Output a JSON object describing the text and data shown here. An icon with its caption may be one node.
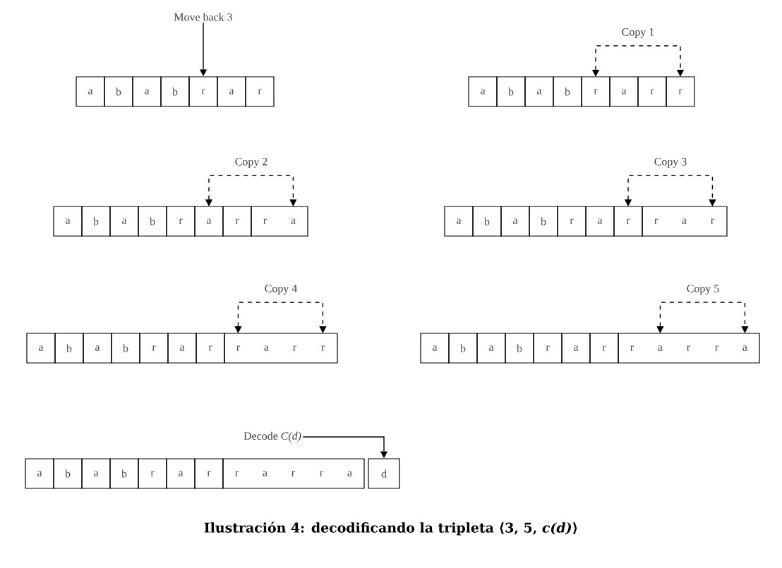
{
  "diagram": {
    "caption": "Ilustración 4: decodificando la tripleta ⟨3, 5, *c(d)*⟩",
    "nodes": [
      {
        "text": [
          "Move back 3"
        ]
      },
      {
        "text": [
          "a"
        ]
      },
      {
        "text": [
          "b"
        ]
      },
      {
        "text": [
          "a"
        ]
      },
      {
        "text": [
          "b"
        ]
      },
      {
        "text": [
          "r"
        ]
      },
      {
        "text": [
          "a"
        ]
      },
      {
        "text": [
          "r"
        ]
      },
      {
        "text": [
          "a"
        ]
      },
      {
        "text": [
          "b"
        ]
      },
      {
        "text": [
          "a"
        ]
      },
      {
        "text": [
          "b"
        ]
      },
      {
        "text": [
          "r"
        ]
      },
      {
        "text": [
          "a"
        ]
      },
      {
        "text": [
          "r"
        ]
      },
      {
        "text": [
          "r"
        ]
      },
      {
        "text": [
          "a"
        ]
      },
      {
        "text": [
          "b"
        ]
      },
      {
        "text": [
          "a"
        ]
      },
      {
        "text": [
          "b"
        ]
      },
      {
        "text": [
          "r"
        ]
      },
      {
        "text": [
          "a"
        ]
      },
      {
        "text": [
          "r"
        ]
      },
      {
        "text": [],
        "shape": "box"
      },
      {
        "text": [
          "r"
        ],
        "in": 23
      },
      {
        "text": [
          "a"
        ],
        "in": 23
      },
      {
        "text": [
          "a"
        ]
      },
      {
        "text": [
          "b"
        ]
      },
      {
        "text": [
          "a"
        ]
      },
      {
        "text": [
          "b"
        ]
      },
      {
        "text": [
          "r"
        ]
      },
      {
        "text": [
          "a"
        ]
      },
      {
        "text": [
          "r"
        ]
      },
      {
        "text": [],
        "shape": "box"
      },
      {
        "text": [
          "r"
        ],
        "in": 33
      },
      {
        "text": [
          "a"
        ],
        "in": 33
      },
      {
        "text": [
          "r"
        ],
        "in": 33
      },
      {
        "text": [
          "a"
        ]
      },
      {
        "text": [
          "b"
        ]
      },
      {
        "text": [
          "a"
        ]
      },
      {
        "text": [
          "b"
        ]
      },
      {
        "text": [
          "r"
        ]
      },
      {
        "text": [
          "a"
        ]
      },
      {
        "text": [
          "r"
        ]
      },
      {
        "text": [],
        "shape": "box"
      },
      {
        "text": [
          "r"
        ],
        "in": 44
      },
      {
        "text": [
          "a"
        ],
        "in": 44
      },
      {
        "text": [
          "r"
        ],
        "in": 44
      },
      {
        "text": [
          "r"
        ],
        "in": 44
      },
      {
        "text": [
          "a"
        ]
      },
      {
        "text": [
          "b"
        ]
      },
      {
        "text": [
          "a"
        ]
      },
      {
        "text": [
          "b"
        ]
      },
      {
        "text": [
          "r"
        ]
      },
      {
        "text": [
          "a"
        ]
      },
      {
        "text": [
          "r"
        ]
      },
      {
        "text": [],
        "shape": "box"
      },
      {
        "text": [
          "r"
        ],
        "in": 56
      },
      {
        "text": [
          "a"
        ],
        "in": 56
      },
      {
        "text": [
          "r"
        ],
        "in": 56
      },
      {
        "text": [
          "r"
        ],
        "in": 56
      },
      {
        "text": [
          "a"
        ],
        "in": 56
      },
      {
        "text": [
          "Decode *C(d)*"
        ]
      },
      {
        "text": [
          "a"
        ]
      },
      {
        "text": [
          "b"
        ]
      },
      {
        "text": [
          "a"
        ]
      },
      {
        "text": [
          "b"
        ]
      },
      {
        "text": [
          "r"
        ]
      },
      {
        "text": [
          "a"
        ]
      },
      {
        "text": [
          "r"
        ]
      },
      {
        "text": [],
        "shape": "box"
      },
      {
        "text": [
          "r"
        ],
        "in": 70
      },
      {
        "text": [
          "a"
        ],
        "in": 70
      },
      {
        "text": [
          "r"
        ],
        "in": 70
      },
      {
        "text": [
          "r"
        ],
        "in": 70
      },
      {
        "text": [
          "a"
        ],
        "in": 70
      },
      {
        "text": [
          "d"
        ]
      }
    ],
    "edges": [
      {
        "from": 0,
        "to": 5,
        "arrow": "to"
      },
      {
        "from": 12,
        "to": 15,
        "arrow": "both",
        "style": "dashed",
        "label": "Copy 1"
      },
      {
        "from": 21,
        "to": 25,
        "arrow": "both",
        "style": "dashed",
        "label": "Copy 2"
      },
      {
        "from": 32,
        "to": 36,
        "arrow": "both",
        "style": "dashed",
        "label": "Copy 3"
      },
      {
        "from": 45,
        "to": 48,
        "arrow": "both",
        "style": "dashed",
        "label": "Copy 4"
      },
      {
        "from": 58,
        "to": 61,
        "arrow": "both",
        "style": "dashed",
        "label": "Copy 5"
      },
      {
        "from": 62,
        "to": 76,
        "arrow": "to"
      }
    ]
  }
}
